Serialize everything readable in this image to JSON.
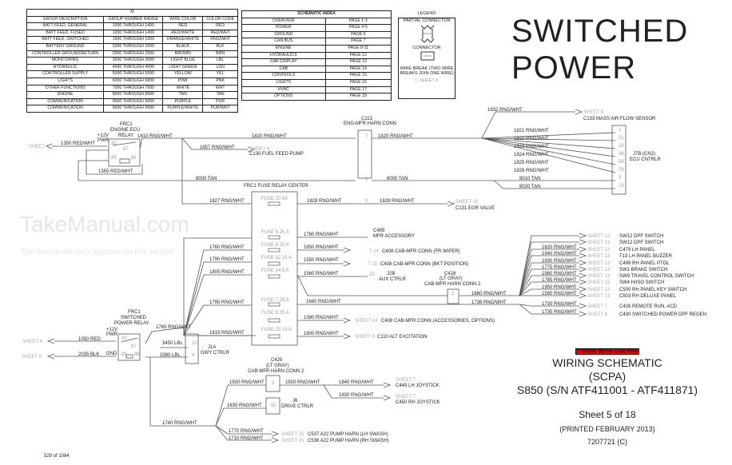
{
  "group_table": {
    "title": "M",
    "headers": [
      "GROUP DESCRIPTION",
      "GROUP NUMBER RANGE",
      "WIRE COLOR",
      "COLOR CODE"
    ],
    "rows": [
      [
        "BATT FEED, GENERAL",
        "1000 THROUGH 1499",
        "RED",
        "RED"
      ],
      [
        "BATT FEED, FUSED",
        "1000 THROUGH 1499",
        "RED/WHITE",
        "RED/WHT"
      ],
      [
        "BATT FEED, SWITCHED",
        "1500 THROUGH 1999",
        "ORANGE/WHITE",
        "RNG/WHT"
      ],
      [
        "BATTERY GROUND",
        "2000 THROUGH 2999",
        "BLACK",
        "BLK"
      ],
      [
        "CONTROLLER GROUND/RETURN",
        "2000 THROUGH 2999",
        "BROWN",
        "BRN"
      ],
      [
        "MONITORING",
        "3000 THROUGH 3999",
        "LIGHT BLUE",
        "LBL"
      ],
      [
        "HYDRAULIC",
        "4000 THROUGH 4999",
        "LIGHT GREEN",
        "LGN"
      ],
      [
        "CONTROLLER SUPPLY",
        "5000 THROUGH 5999",
        "YELLOW",
        "YEL"
      ],
      [
        "LIGHTS",
        "6000 THROUGH 6999",
        "PINK",
        "PNK"
      ],
      [
        "OTHER FUNCTIONS",
        "7000 THROUGH 7999",
        "WHITE",
        "WHT"
      ],
      [
        "ENGINE",
        "8000 THROUGH 8999",
        "TAN",
        "TAN"
      ],
      [
        "COMMUNICATION",
        "9000 THROUGH 9999",
        "PURPLE",
        "PUR"
      ],
      [
        "COMMUNICATION",
        "9000 THROUGH 9999",
        "PURPLE/WHITE",
        "PUR/WHT"
      ]
    ]
  },
  "schematic_index": {
    "title": "SCHEMATIC INDEX",
    "rows": [
      [
        "OVERVIEW",
        "PAGE 1-3"
      ],
      [
        "POWER",
        "PAGE 4-5"
      ],
      [
        "GROUND",
        "PAGE 6"
      ],
      [
        "CAN BUS",
        "PAGE 7"
      ],
      [
        "ENGINE",
        "PAGE 8-11"
      ],
      [
        "HYDRAULICS",
        "PAGE 12"
      ],
      [
        "CAB DISPLAY",
        "PAGE 13"
      ],
      [
        "CAB",
        "PAGE 14"
      ],
      [
        "CONTROLS",
        "PAGE 15"
      ],
      [
        "LIGHTS",
        "PAGE 16"
      ],
      [
        "HVAC",
        "PAGE 17"
      ],
      [
        "OPTIONS",
        "PAGE 18"
      ]
    ]
  },
  "legend": {
    "title": "LEGEND",
    "partial": "PARTIAL CONNECTOR",
    "connector": "CONNECTOR",
    "wire_break": "WIRE BREAK (TWO WIRE BREAKS JOIN ONE WIRE)",
    "sheet": "SHEET #"
  },
  "title": {
    "line1": "SWITCHED",
    "line2": "POWER"
  },
  "watermark": {
    "site": "TakeManual.com",
    "note": "The watermark only appears on this sample"
  },
  "engine": {
    "sheet4": "SHEET 4",
    "w1350": "1350 RED/WHT",
    "relay1": "FRC1",
    "relay2": "ENGINE ECU",
    "relay3": "RELAY",
    "pwr1": "+12V",
    "pwr2": "PWR",
    "p30": "30",
    "p87": "87",
    "p85": "85",
    "p86": "86",
    "w1810": "1810 RNG/WHT",
    "w1820": "1820 RNG/WHT",
    "w1857": "1857 RNG/WHT",
    "sheet8": "SHEET 8",
    "c130": "C130 FUEL FEED PUMP",
    "w1355": "1355 RED/WHT",
    "w8000": "8000 TAN",
    "c113a": "C113",
    "c113b": "ENG-MFR HARN CONN",
    "pin7": "7",
    "pin1": "1",
    "pin0": "0",
    "frc": "FRC1 FUSE RELAY CENTER",
    "w1827": "1827 RNG/WHT",
    "fuse20": "FUSE 20  5A",
    "w1828": "1828 RNG/WHT",
    "sheet10": "SHEET 10",
    "c131": "C131 EGR VALVE",
    "w1832": "1832 RNG/WHT",
    "sheet9": "SHEET 9",
    "c133": "C133 MASS AIR FLOW SENSOR",
    "ecu_wires": [
      "1821 RNG/WHT",
      "1822 RNG/WHT",
      "1823 RNG/WHT",
      "1824 RNG/WHT",
      "1825 RNG/WHT",
      "1826 RNG/WHT",
      "8010 TAN",
      "8020 TAN"
    ],
    "ecu_pins": [
      "1",
      "21",
      "18",
      "38",
      "58",
      "78",
      "3",
      "23"
    ],
    "ecu1": "J7B (CN2)",
    "ecu2": "ECU CNTRLR"
  },
  "fuses": {
    "in": [
      "1760 RNG/WHT",
      "1790 RNG/WHT",
      "1805 RNG/WHT",
      "1795 RNG/WHT",
      "1815 RNG/WHT"
    ],
    "names": [
      "FUSE 5  25 A",
      "FUSE 6  25 A",
      "FUSE 12  15 A",
      "FUSE 14  5 A",
      "FUSE 7  25 A",
      "FUSE 8  25 A",
      "FUSE 23  15 A"
    ],
    "out": [
      "1780 RNG/WHT",
      "1850 RNG/WHT",
      "1550 RNG/WHT",
      "1560 RNG/WHT",
      "1660 RNG/WHT",
      "1580 RNG/WHT",
      "1800 RNG/WHT"
    ],
    "c489a": "C489",
    "c489b": "MFR ACCESSORY",
    "t14": "T 14",
    "fr_wiper": "C408 CAB-MFR CONN (FR WIPER)",
    "t18": "T 18",
    "bkt": "C408 CAB-MFR CONN (BKT POSITION)",
    "pin22": "22",
    "j2b1": "J2B",
    "j2b2": "AUX CTRLR",
    "c428a": "C428",
    "c428b": "(LT GRAY)",
    "c428c": "CAB-MFR HARN CONN 2",
    "pin2": "2",
    "w1660": "1660 RNG/WHT",
    "w1736": "1736 RNG/WHT",
    "sheet14": "SHEET 14",
    "acc": "C408 CAB-MFR CONN (ACCESSORIES, OPTIONS)",
    "sheet8": "SHEET 8",
    "alt": "C110 ALT EXCITATION"
  },
  "fan": {
    "wires": [
      "1620 RNG/WHT",
      "1940 RNG/WHT",
      "1930 RNG/WHT",
      "1775 RNG/WHT",
      "1960 RNG/WHT",
      "1785 RNG/WHT",
      "1950 RNG/WHT",
      "1590 RNG/WHT",
      "1730 RNG/WHT",
      "1735 RNG/WHT"
    ],
    "sheets": [
      "SHEET 13",
      "SHEET 13",
      "SHEET 13",
      "SHEET 13",
      "SHEET 13",
      "SHEET 13",
      "SHEET 13",
      "SHEET 15",
      "SHEET 13",
      "SHEET 13",
      "SHEET 7",
      "SHEET 8"
    ],
    "dests": [
      "SW12 DPF SWITCH",
      "SW12 DPF SWITCH",
      "C479 LH PANEL",
      "T13 LH PANEL BUZZER",
      "C499 RH PANEL PTOL",
      "SW1 BRAKE SWITCH",
      "SW9 TRAVEL CONTROL SWITCH",
      "SW4 H/ISO SWITCH",
      "C500 RH PANEL KEY SWITCH",
      "C503 RH DELUXE PANEL",
      "C426 REMOTE RUN, ACD",
      "C430 SWITCHED POWER DPF REGEN"
    ]
  },
  "switched": {
    "r1": "FRC1",
    "r2": "SWITCHED",
    "r3": "POWER RELAY",
    "pwr1": "+12V",
    "pwr2": "PWR",
    "gnd": "GND",
    "sheet4": "SHEET 4",
    "w1050": "1050 RED",
    "sheet6": "SHEET 6",
    "w2035": "2035 BLK",
    "p30": "30",
    "p87": "87",
    "p85": "85",
    "p86": "86",
    "w1765": "1765 RNG/WHT",
    "w3450": "3450 LBL",
    "w3380": "3380 LBL",
    "pin21": "21",
    "pin4": "4",
    "j1a1": "J1A",
    "j1a2": "GWY CTRLR",
    "w1740": "1740 RNG/WHT"
  },
  "lower": {
    "c428a": "C428",
    "c428b": "(LT GRAY)",
    "c428c": "CAB-MFR HARN CONN 2",
    "pin9": "9",
    "w1920": "1920 RNG/WHT",
    "w1840": "1840 RNG/WHT",
    "w1830": "1830 RNG/WHT",
    "sheet7": "SHEET 7",
    "c449": "C449 LH JOYSTICK",
    "c450": "C450 RH JOYSTICK",
    "w1630": "1630 RNG/WHT",
    "pin50": "50",
    "j61": "J6",
    "j62": "DRIVE CTRLR",
    "w1770": "1770 RNG/WHT",
    "w1710": "1710 RNG/WHT",
    "sheet15": "SHEET 15",
    "c537": "C537 A22 PUMP HARN (LH SWASH)",
    "c536": "C536 A22 PUMP HARN (RH SWASH)"
  },
  "info": {
    "printable": "Printable Version Click Here",
    "l1": "WIRING SCHEMATIC",
    "l2": "(SCPA)",
    "l3": "S850 (S/N ATF411001 - ATF411871)",
    "sheet": "Sheet 5 of 18",
    "printed": "(PRINTED FEBRUARY 2013)",
    "part": "7207721 (C)"
  },
  "footer": {
    "page": "529 of 1084"
  }
}
